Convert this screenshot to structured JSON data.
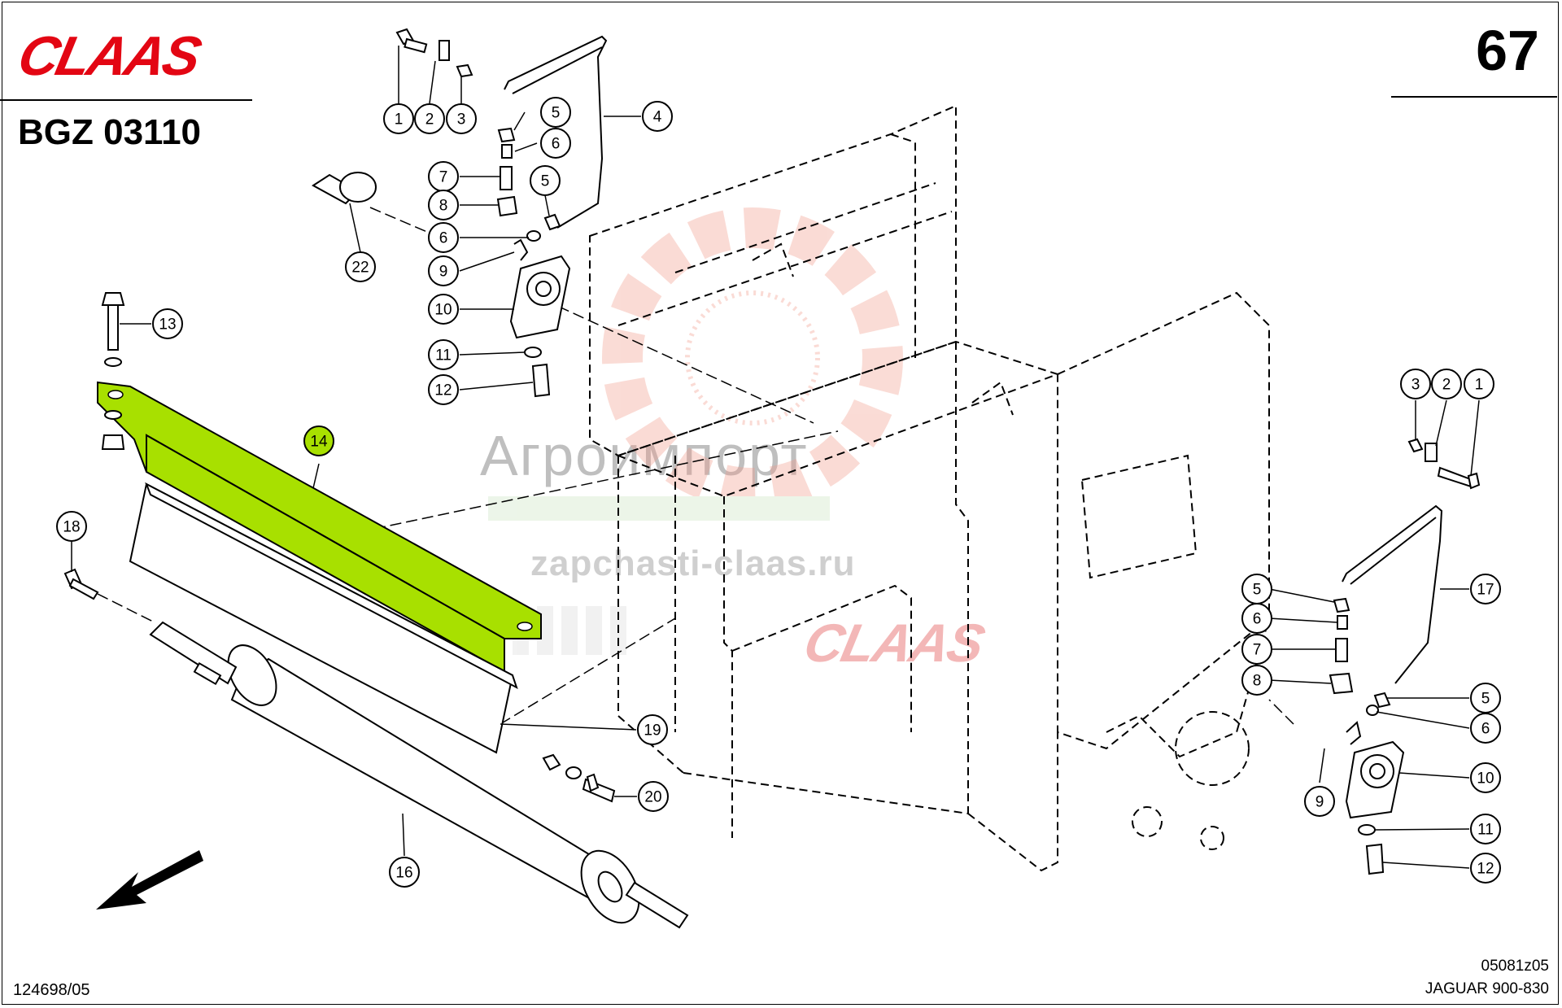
{
  "header": {
    "brand": "CLAAS",
    "group_code": "BGZ 03110",
    "page_number": "67"
  },
  "footer": {
    "drawing_number": "124698/05",
    "figure_id": "05081z05",
    "model": "JAGUAR 900-830"
  },
  "watermark": {
    "company": "Агроимпорт",
    "url": "zapchasti-claas.ru",
    "brand": "CLAAS"
  },
  "colors": {
    "highlight": "#a8e000",
    "brand_red": "#e30613",
    "line": "#000000"
  },
  "highlighted_part": "14",
  "callouts": [
    {
      "label": "1"
    },
    {
      "label": "2"
    },
    {
      "label": "3"
    },
    {
      "label": "4"
    },
    {
      "label": "5"
    },
    {
      "label": "6"
    },
    {
      "label": "7"
    },
    {
      "label": "8"
    },
    {
      "label": "5"
    },
    {
      "label": "6"
    },
    {
      "label": "9"
    },
    {
      "label": "10"
    },
    {
      "label": "11"
    },
    {
      "label": "12"
    },
    {
      "label": "22"
    },
    {
      "label": "13"
    },
    {
      "label": "14"
    },
    {
      "label": "18"
    },
    {
      "label": "19"
    },
    {
      "label": "20"
    },
    {
      "label": "16"
    },
    {
      "label": "3"
    },
    {
      "label": "2"
    },
    {
      "label": "1"
    },
    {
      "label": "17"
    },
    {
      "label": "5"
    },
    {
      "label": "6"
    },
    {
      "label": "7"
    },
    {
      "label": "8"
    },
    {
      "label": "5"
    },
    {
      "label": "6"
    },
    {
      "label": "10"
    },
    {
      "label": "9"
    },
    {
      "label": "11"
    },
    {
      "label": "12"
    }
  ]
}
